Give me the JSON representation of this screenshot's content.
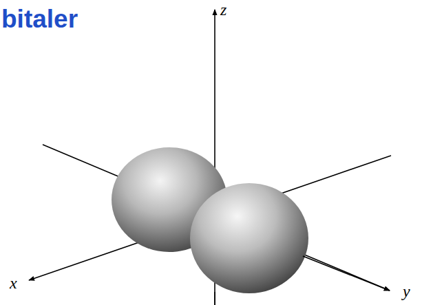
{
  "diagram": {
    "title": "bitaler",
    "labels": [
      "z",
      "x",
      "y"
    ]
  }
}
